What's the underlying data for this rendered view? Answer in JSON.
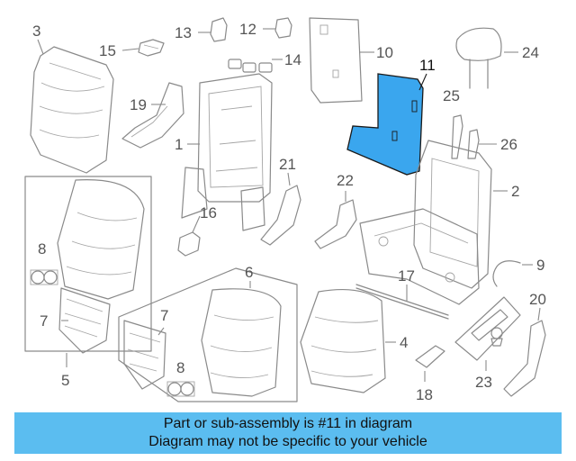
{
  "diagram": {
    "callouts": [
      {
        "id": "3",
        "label": "3"
      },
      {
        "id": "15",
        "label": "15"
      },
      {
        "id": "13",
        "label": "13"
      },
      {
        "id": "12",
        "label": "12"
      },
      {
        "id": "14",
        "label": "14"
      },
      {
        "id": "10",
        "label": "10"
      },
      {
        "id": "11",
        "label": "11"
      },
      {
        "id": "24",
        "label": "24"
      },
      {
        "id": "19",
        "label": "19"
      },
      {
        "id": "25",
        "label": "25"
      },
      {
        "id": "26",
        "label": "26"
      },
      {
        "id": "1",
        "label": "1"
      },
      {
        "id": "21",
        "label": "21"
      },
      {
        "id": "22",
        "label": "22"
      },
      {
        "id": "2",
        "label": "2"
      },
      {
        "id": "16",
        "label": "16"
      },
      {
        "id": "8a",
        "label": "8"
      },
      {
        "id": "6",
        "label": "6"
      },
      {
        "id": "17",
        "label": "17"
      },
      {
        "id": "9",
        "label": "9"
      },
      {
        "id": "7a",
        "label": "7"
      },
      {
        "id": "7b",
        "label": "7"
      },
      {
        "id": "20",
        "label": "20"
      },
      {
        "id": "4",
        "label": "4"
      },
      {
        "id": "5",
        "label": "5"
      },
      {
        "id": "8b",
        "label": "8"
      },
      {
        "id": "23",
        "label": "23"
      },
      {
        "id": "18",
        "label": "18"
      }
    ],
    "highlighted_part": "11",
    "highlight_color": "#3aa6ee",
    "line_color": "#8a8a8a"
  },
  "banner": {
    "line1": "Part or sub-assembly is #11 in diagram",
    "line2": "Diagram may not be specific to your vehicle",
    "color": "#5bbdf0"
  }
}
